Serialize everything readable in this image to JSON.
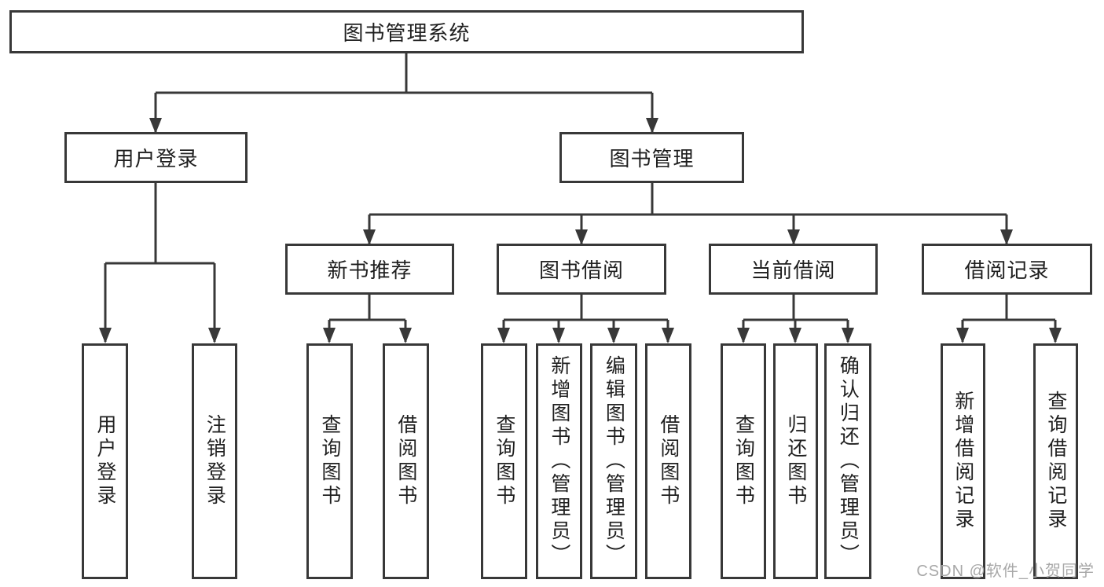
{
  "page": {
    "background": "#ffffff"
  },
  "colors": {
    "line": "#383838",
    "box_border": "#383838",
    "box_fill": "#ffffff",
    "text": "#1f1f1f",
    "watermark_text": "#a8a8a8"
  },
  "tree": {
    "root": "图书管理系统",
    "user_login": {
      "label": "用户登录",
      "children": [
        "用户登录",
        "注销登录"
      ]
    },
    "book_management": {
      "label": "图书管理",
      "sections": {
        "new_books": {
          "label": "新书推荐",
          "children": [
            "查询图书",
            "借阅图书"
          ]
        },
        "book_borrow": {
          "label": "图书借阅",
          "children": [
            "查询图书",
            "新增图书（管理员）",
            "编辑图书（管理员）",
            "借阅图书"
          ]
        },
        "current_borrow": {
          "label": "当前借阅",
          "children": [
            "查询图书",
            "归还图书",
            "确认归还（管理员）"
          ]
        },
        "borrow_records": {
          "label": "借阅记录",
          "children": [
            "新增借阅记录",
            "查询借阅记录"
          ]
        }
      }
    }
  },
  "watermark": "CSDN @软件_小贺同学"
}
